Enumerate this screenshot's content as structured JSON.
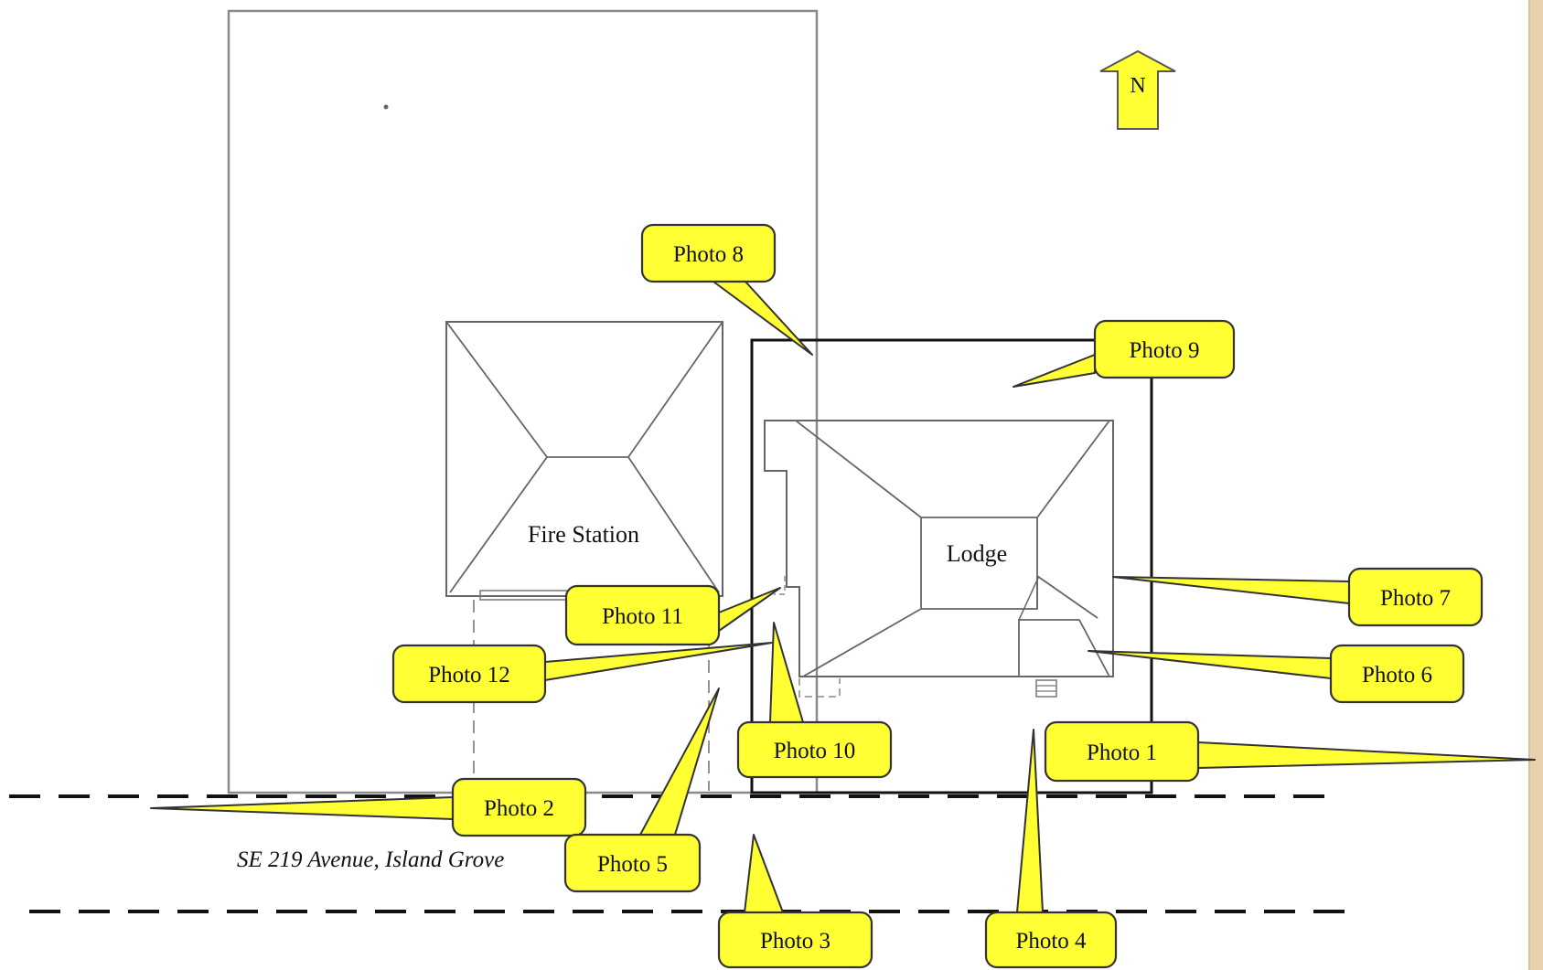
{
  "diagram": {
    "north_label": "N",
    "buildings": {
      "fire_station": "Fire Station",
      "lodge": "Lodge"
    },
    "street_label": "SE 219 Avenue, Island Grove",
    "callouts": [
      "Photo 1",
      "Photo 2",
      "Photo 3",
      "Photo 4",
      "Photo 5",
      "Photo 6",
      "Photo 7",
      "Photo 8",
      "Photo 9",
      "Photo 10",
      "Photo 11",
      "Photo 12"
    ]
  },
  "colors": {
    "callout_fill": "#ffff33",
    "callout_stroke": "#333333",
    "paper_edge": "#e8d2ad",
    "sketch_line": "#6f6f6f"
  }
}
